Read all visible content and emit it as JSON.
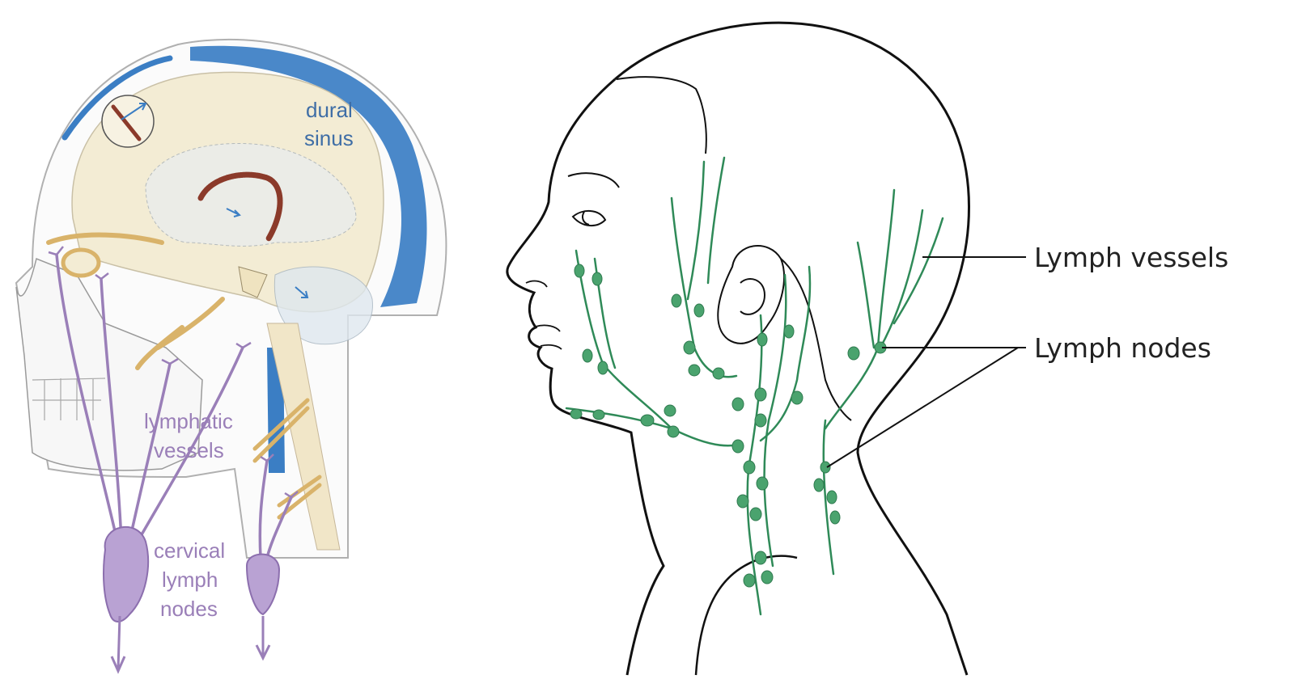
{
  "left_figure": {
    "labels": {
      "dural_sinus": [
        "dural",
        "sinus"
      ],
      "lymphatic_vessels": [
        "lymphatic",
        "vessels"
      ],
      "cervical_lymph_nodes": [
        "cervical",
        "lymph",
        "nodes"
      ]
    },
    "colors": {
      "sinus": "#3b7ec4",
      "lymphatic": "#9a7fb8",
      "nerve": "#d9b36a",
      "brain": "#f3ecd4",
      "corpus": "#8b3a2a",
      "skull_outline": "#9a9a9a",
      "label_blue": "#3f6ea6",
      "label_purple": "#9a7fb8"
    }
  },
  "right_figure": {
    "labels": {
      "lymph_vessels": "Lymph vessels",
      "lymph_nodes": "Lymph nodes"
    },
    "colors": {
      "outline": "#111111",
      "lymph": "#2f8a58",
      "node": "#4aa36e",
      "label": "#222222"
    }
  }
}
